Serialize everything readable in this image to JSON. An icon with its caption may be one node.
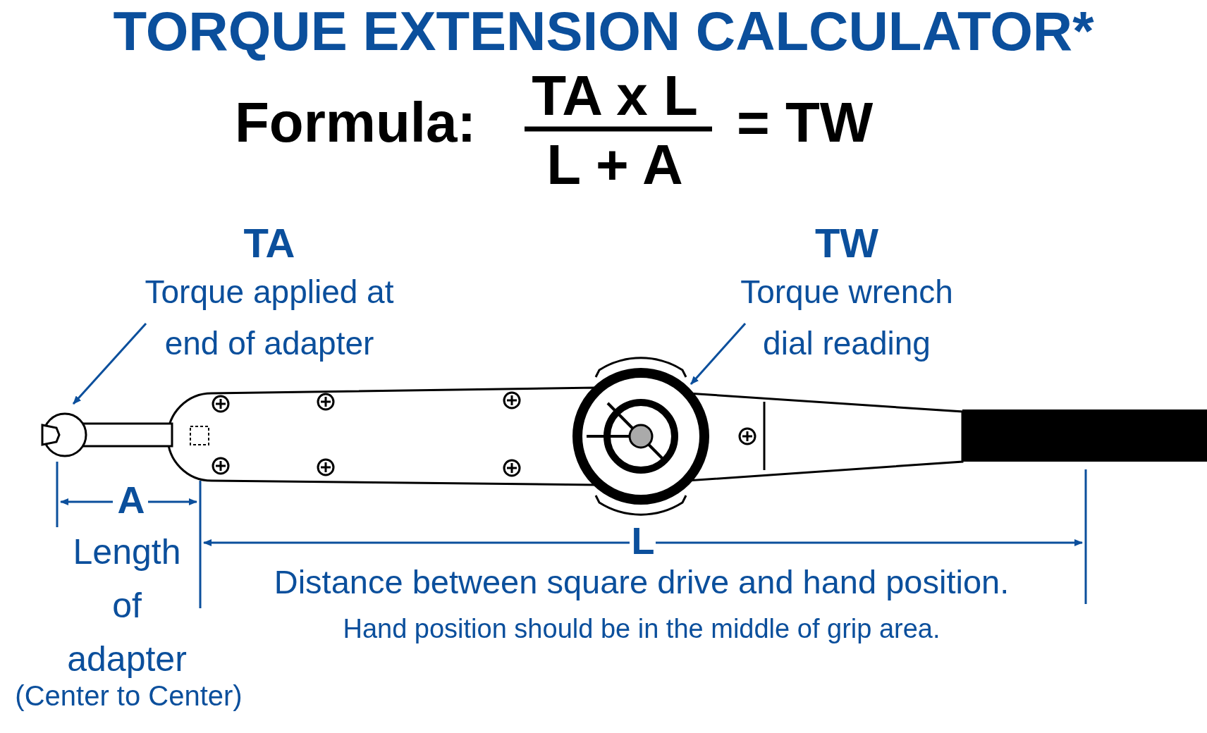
{
  "diagram": {
    "title": "TORQUE EXTENSION CALCULATOR*",
    "nodes": [
      {
        "text": [
          "TA",
          "Torque applied at end of adapter"
        ]
      },
      {
        "text": [
          "TW",
          "Torque wrench dial reading"
        ]
      },
      {
        "text": [],
        "shape": "picture"
      },
      {
        "text": [],
        "shape": "circle"
      }
    ],
    "edges": [
      {
        "from": 0,
        "to": 2,
        "arrow": "to"
      },
      {
        "from": 1,
        "to": 3,
        "arrow": "to"
      }
    ],
    "labels": [
      "Formula:",
      "TA x L",
      "L + A",
      "= TW",
      "A",
      "Length of adapter",
      "(Center to Center)",
      "L",
      "Distance between square drive and hand position.",
      "Hand position should be in the middle of grip area."
    ]
  }
}
